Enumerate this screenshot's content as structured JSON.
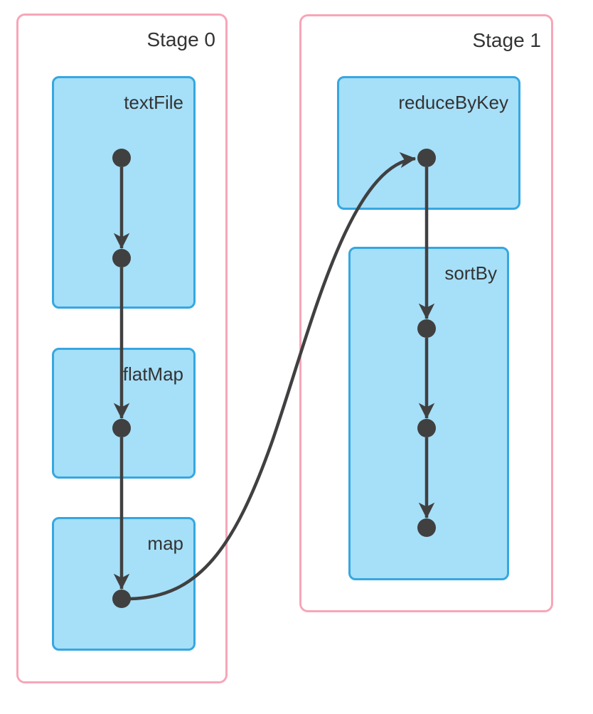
{
  "stages": [
    {
      "label": "Stage 0",
      "operations": [
        {
          "label": "textFile"
        },
        {
          "label": "flatMap"
        },
        {
          "label": "map"
        }
      ]
    },
    {
      "label": "Stage 1",
      "operations": [
        {
          "label": "reduceByKey"
        },
        {
          "label": "sortBy"
        }
      ]
    }
  ],
  "graph": {
    "nodes": [
      {
        "id": "rdd-0",
        "stage": "Stage 0",
        "operation": "textFile"
      },
      {
        "id": "rdd-1",
        "stage": "Stage 0",
        "operation": "textFile"
      },
      {
        "id": "rdd-2",
        "stage": "Stage 0",
        "operation": "flatMap"
      },
      {
        "id": "rdd-3",
        "stage": "Stage 0",
        "operation": "map"
      },
      {
        "id": "rdd-4",
        "stage": "Stage 1",
        "operation": "reduceByKey"
      },
      {
        "id": "rdd-5",
        "stage": "Stage 1",
        "operation": "sortBy"
      },
      {
        "id": "rdd-6",
        "stage": "Stage 1",
        "operation": "sortBy"
      },
      {
        "id": "rdd-7",
        "stage": "Stage 1",
        "operation": "sortBy"
      }
    ],
    "edges": [
      {
        "from": "rdd-0",
        "to": "rdd-1"
      },
      {
        "from": "rdd-1",
        "to": "rdd-2"
      },
      {
        "from": "rdd-2",
        "to": "rdd-3"
      },
      {
        "from": "rdd-3",
        "to": "rdd-4"
      },
      {
        "from": "rdd-4",
        "to": "rdd-5"
      },
      {
        "from": "rdd-5",
        "to": "rdd-6"
      },
      {
        "from": "rdd-6",
        "to": "rdd-7"
      }
    ]
  },
  "colors": {
    "stage_border": "#f7a6b8",
    "operation_fill": "#a6dff8",
    "operation_border": "#36a7e0",
    "edge_and_node": "#404040",
    "label_text": "#333333",
    "background": "#ffffff"
  }
}
